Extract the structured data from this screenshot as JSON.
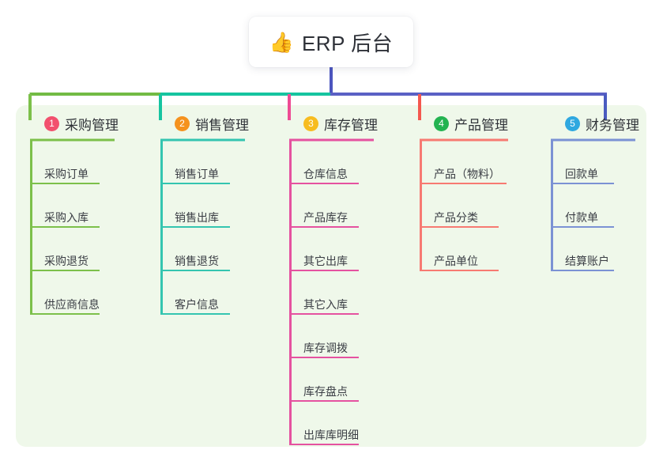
{
  "diagram": {
    "type": "mindmap-tree",
    "root": {
      "icon": "thumbs-up-icon",
      "emoji": "👍",
      "title": "ERP 后台"
    },
    "panel_color": "#eff8ea",
    "bus_colors": {
      "stem": "#4c55bf",
      "left": "#72bb44",
      "mid": "#16c4a0",
      "right": "#5a60c4"
    },
    "branches": [
      {
        "index": "1",
        "label": "采购管理",
        "badge_color": "#f2506e",
        "line_color": "#7cc04a",
        "stub_color": "#7cc04a",
        "items": [
          "采购订单",
          "采购入库",
          "采购退货",
          "供应商信息"
        ]
      },
      {
        "index": "2",
        "label": "销售管理",
        "badge_color": "#f5921e",
        "line_color": "#34c5b0",
        "stub_color": "#16c4a0",
        "items": [
          "销售订单",
          "销售出库",
          "销售退货",
          "客户信息"
        ]
      },
      {
        "index": "3",
        "label": "库存管理",
        "badge_color": "#f7bc20",
        "line_color": "#e552a0",
        "stub_color": "#ee4b94",
        "items": [
          "仓库信息",
          "产品库存",
          "其它出库",
          "其它入库",
          "库存调拨",
          "库存盘点",
          "出库库明细"
        ]
      },
      {
        "index": "4",
        "label": "产品管理",
        "badge_color": "#23b351",
        "line_color": "#f77a72",
        "stub_color": "#f4584f",
        "items": [
          "产品（物料）",
          "产品分类",
          "产品单位"
        ]
      },
      {
        "index": "5",
        "label": "财务管理",
        "badge_color": "#2fa8e0",
        "line_color": "#7b92d4",
        "stub_color": "#4a5bc0",
        "items": [
          "回款单",
          "付款单",
          "结算账户"
        ]
      }
    ]
  }
}
